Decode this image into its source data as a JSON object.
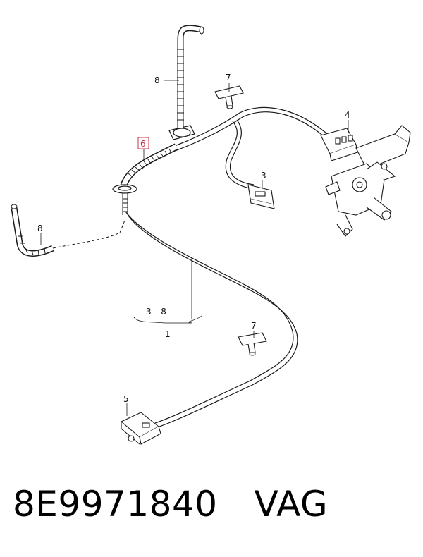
{
  "callouts": {
    "c8_top": "8",
    "c7_top": "7",
    "c4": "4",
    "c6": "6",
    "c3": "3",
    "c8_left": "8",
    "c_range": "3 – 8",
    "c1": "1",
    "c7_bottom": "7",
    "c5": "5"
  },
  "colors": {
    "highlight": "#c8334b",
    "line": "#1a1a1a"
  },
  "part": {
    "number": "8E9971840",
    "brand": "VAG"
  }
}
